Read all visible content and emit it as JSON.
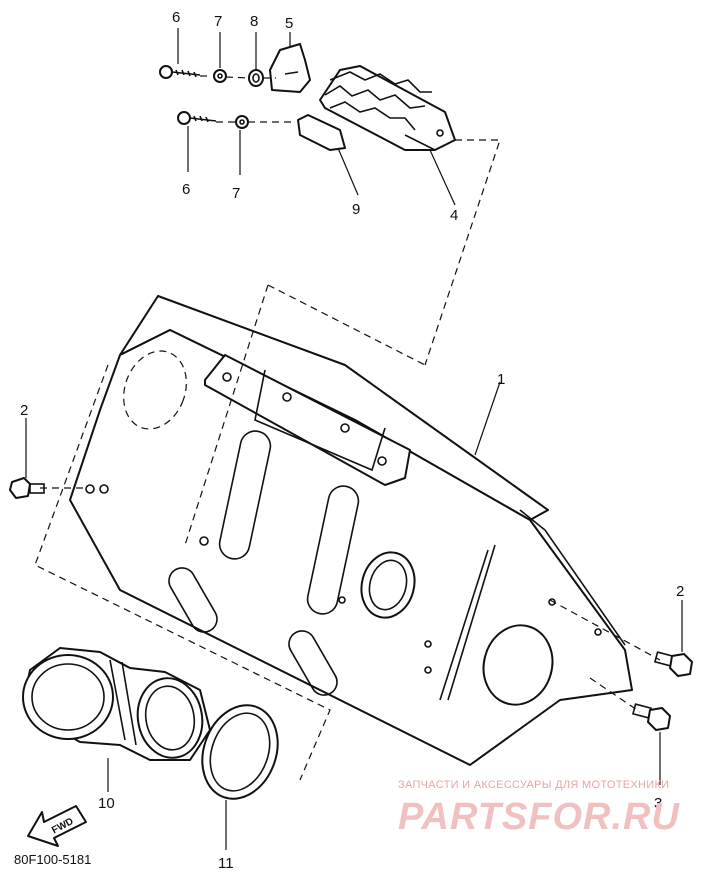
{
  "callouts": {
    "c6a": "6",
    "c7a": "7",
    "c8": "8",
    "c5": "5",
    "c6b": "6",
    "c7b": "7",
    "c9": "9",
    "c4": "4",
    "c1": "1",
    "c2a": "2",
    "c2b": "2",
    "c3": "3",
    "c10": "10",
    "c11": "11"
  },
  "fwd_label": "FWD",
  "drawing_code": "80F100-5181",
  "watermark": {
    "tagline": "ЗАПЧАСТИ И АКСЕССУАРЫ ДЛЯ МОТОТЕХНИКИ",
    "logo": "PARTSFOR.RU",
    "color": "#e8a5a5"
  }
}
